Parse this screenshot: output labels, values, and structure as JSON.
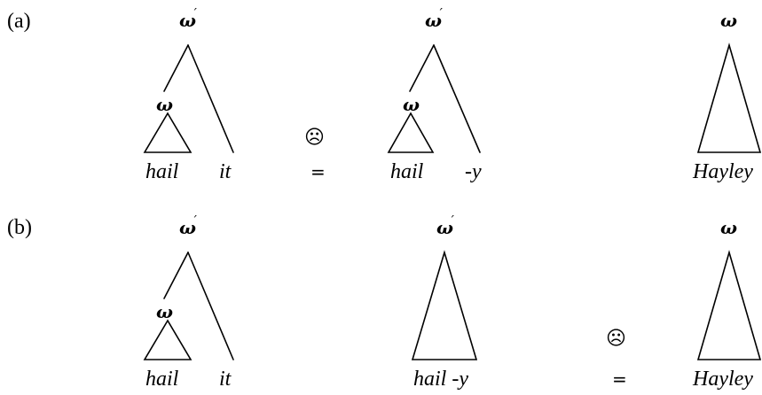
{
  "rows": {
    "a": {
      "label": "(a)",
      "tree1": {
        "top_node": "ω",
        "top_prime": "´",
        "inner_node": "ω",
        "left_leaf": "hail",
        "right_leaf": "it"
      },
      "tree2": {
        "top_node": "ω",
        "top_prime": "´",
        "inner_node": "ω",
        "left_leaf": "hail",
        "right_leaf": "-y"
      },
      "tree3": {
        "top_node": "ω",
        "leaf": "Hayley"
      },
      "face": "☹",
      "equals": "="
    },
    "b": {
      "label": "(b)",
      "tree1": {
        "top_node": "ω",
        "top_prime": "´",
        "inner_node": "ω",
        "left_leaf": "hail",
        "right_leaf": "it"
      },
      "tree2": {
        "top_node": "ω",
        "top_prime": "´",
        "leaf": "hail -y"
      },
      "tree3": {
        "top_node": "ω",
        "leaf": "Hayley"
      },
      "face": "☹",
      "equals": "="
    }
  }
}
